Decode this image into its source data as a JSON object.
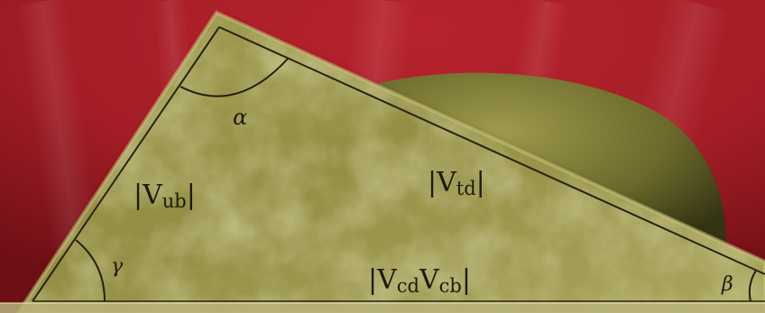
{
  "angles": {
    "alpha": "α",
    "beta": "β",
    "gamma": "γ"
  },
  "sides": {
    "left": {
      "open": "|V",
      "sub": "ub",
      "close": "|"
    },
    "right": {
      "open": "|V",
      "sub": "td",
      "close": "|"
    },
    "bottom": {
      "open": "|V",
      "sub1": "cd",
      "mid": "V",
      "sub2": "cb",
      "close": "|"
    }
  },
  "colors": {
    "background": "#a81d26",
    "background_dark": "#6f0f16",
    "triangle_fill": "#8f8a3f",
    "triangle_light": "#b2ad62",
    "triangle_border": "#5a5626",
    "shadow_blob": "#6b6a2a",
    "text": "#1c1a0c"
  }
}
